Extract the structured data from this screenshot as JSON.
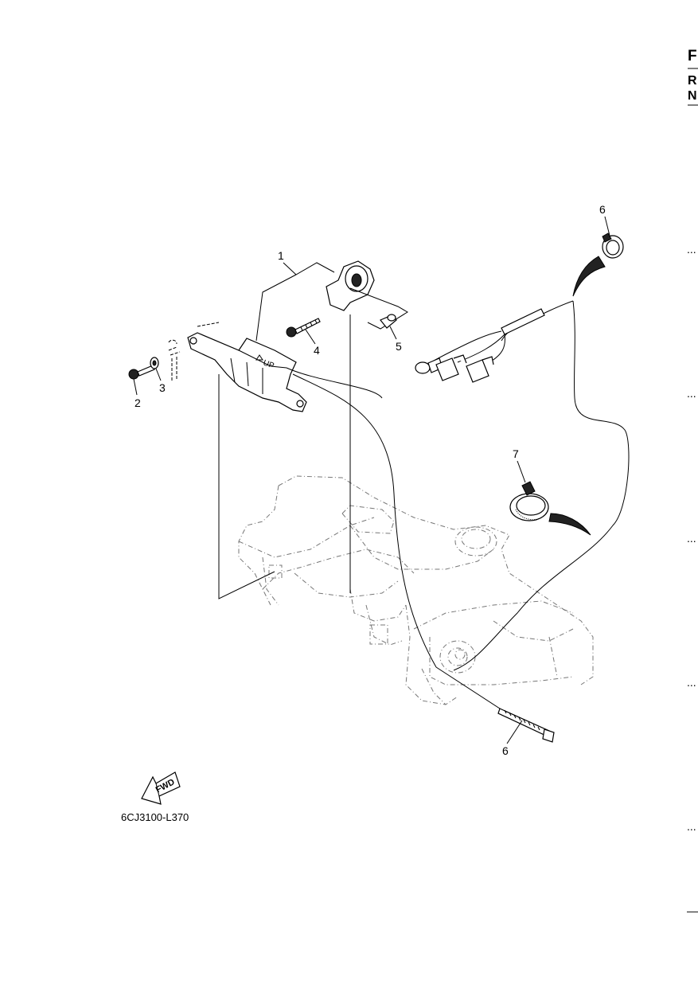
{
  "margin_index": {
    "letters": [
      "F",
      "R",
      "N"
    ],
    "tick_marks": [
      "...",
      "...",
      "...",
      "...",
      "...",
      "..."
    ],
    "bottom_mark": "—"
  },
  "diagram": {
    "up_label": "UP",
    "fwd_label": "FWD",
    "drawing_code": "6CJ3100-L370",
    "callouts": [
      "1",
      "2",
      "3",
      "4",
      "5",
      "6",
      "6",
      "7"
    ]
  }
}
